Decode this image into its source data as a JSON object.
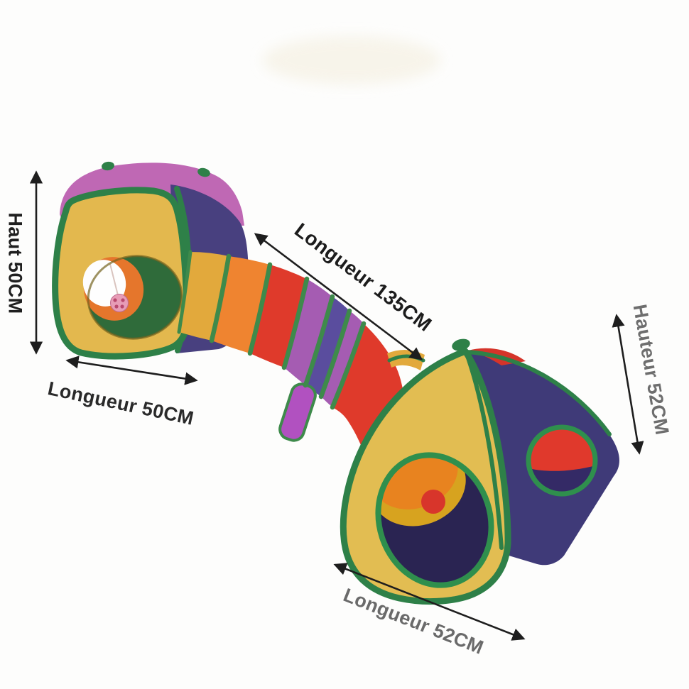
{
  "meta": {
    "type": "product-photo",
    "subject": "Tente de jeu pop-up pour enfants 3-en-1 : cube avec balle suspendue, tunnel en S multicolore, tipi avec hublot",
    "background": "#fdfdfc",
    "watermark_present": true
  },
  "dimension_labels": {
    "haut": "Haut 50CM",
    "longueur_cube": "Longueur 50CM",
    "longueur_tunnel": "Longueur 135CM",
    "hauteur_tipi": "Hauteur 52CM",
    "longueur_tipi": "Longueur 52CM"
  },
  "colors": {
    "arrow": "#1e1e1e",
    "label_dark": "#1f1f1f",
    "label_gray": "#6e6e6e",
    "trim_green": "#2e8048",
    "ring_green": "#3e8a4b",
    "watermark": "#f3eddc",
    "cube_top_magenta": "#bf68b4",
    "cube_side_purple": "#48407f",
    "cube_front_yellow": "#e3b84e",
    "hole_interior_green": "#2f6b3a",
    "hole_interior_orange": "#e5762c",
    "see_through_white": "#fefefe",
    "ball_pink": "#e79cb6",
    "tunnel_gold": "#e2a93c",
    "tunnel_orange": "#ef8430",
    "tunnel_red": "#df3a2b",
    "tunnel_purple": "#a55cb2",
    "tunnel_blue": "#5a4d9e",
    "tunnel_window_magenta": "#b151c0",
    "tent_yellow": "#e2bd52",
    "tent_navy": "#3f3a78",
    "tent_red_accent": "#d5342a",
    "tent_hole_navy": "#2a2452",
    "inner_trim_gold": "#d7a31f",
    "inner_tunnel_orange": "#e8831f",
    "ball_red": "#d8352b",
    "window_navy": "#342a66",
    "tent_window_red": "#e0392c"
  }
}
